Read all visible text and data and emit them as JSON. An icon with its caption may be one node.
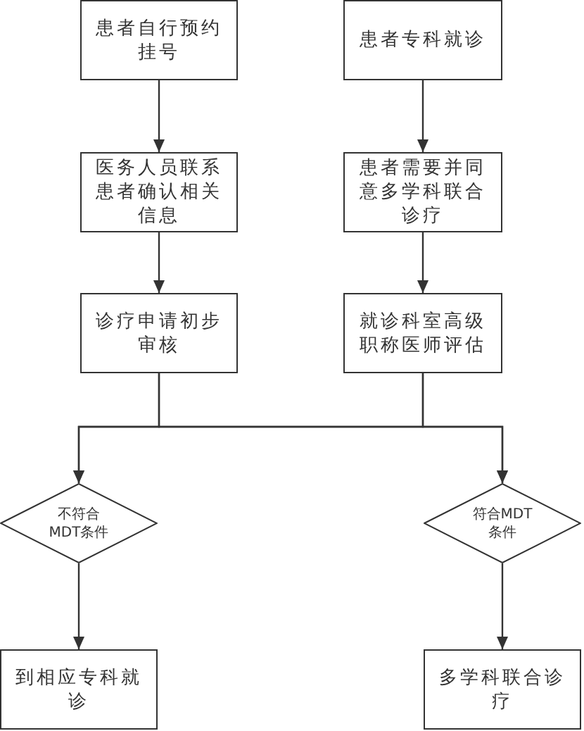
{
  "diagram": {
    "nodes": [
      {
        "text": [
          "患者自行预约挂号"
        ]
      },
      {
        "text": [
          "患者专科就诊"
        ]
      },
      {
        "text": [
          "医务人员联系患者确认相关信息"
        ]
      },
      {
        "text": [
          "患者需要并同意多学科联合诊疗"
        ]
      },
      {
        "text": [
          "诊疗申请初步审核"
        ]
      },
      {
        "text": [
          "就诊科室高级职称医师评估"
        ]
      },
      {
        "text": [
          "不符合MDT条件"
        ]
      },
      {
        "text": [
          "符合MDT条件"
        ]
      },
      {
        "text": [
          "到相应专科就诊"
        ]
      },
      {
        "text": [
          "多学科联合诊疗"
        ]
      }
    ],
    "edges": [
      {
        "from": 0,
        "to": 2,
        "arrow": "to"
      },
      {
        "from": 2,
        "to": 4,
        "arrow": "to"
      },
      {
        "from": 1,
        "to": 3,
        "arrow": "to"
      },
      {
        "from": 3,
        "to": 5,
        "arrow": "to"
      },
      {
        "from": 4,
        "to": 6,
        "arrow": "to"
      },
      {
        "from": 4,
        "to": 7,
        "arrow": "to"
      },
      {
        "from": 5,
        "to": 6,
        "arrow": "to"
      },
      {
        "from": 5,
        "to": 7,
        "arrow": "to"
      },
      {
        "from": 6,
        "to": 8,
        "arrow": "to"
      },
      {
        "from": 7,
        "to": 9,
        "arrow": "to"
      }
    ]
  }
}
